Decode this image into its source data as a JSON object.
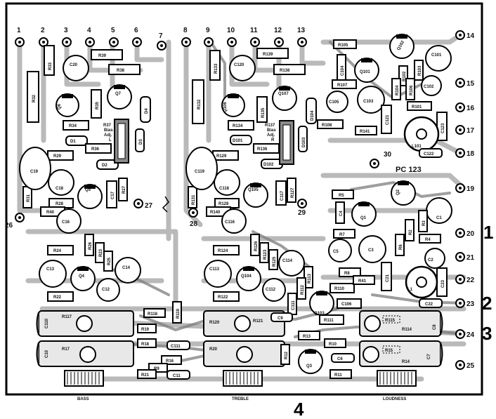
{
  "board_title": "PC 123",
  "top_pins": [
    "1",
    "2",
    "3",
    "4",
    "5",
    "6",
    "7",
    "8",
    "9",
    "10",
    "11",
    "12",
    "13"
  ],
  "right_pins": [
    "14",
    "15",
    "16",
    "17",
    "18",
    "19",
    "20",
    "21",
    "22",
    "23",
    "24",
    "25"
  ],
  "misc_pins": {
    "p26": "26",
    "p27": "27",
    "p28": "28",
    "p29": "29",
    "p30": "30"
  },
  "callouts": {
    "c1": "1",
    "c2": "2",
    "c3": "3",
    "c4": "4"
  },
  "controls": {
    "bass": "BASS",
    "treble": "TREBLE",
    "loudness": "LOUDNESS"
  },
  "bias_left": [
    "R37",
    "Bias",
    "Adj.",
    "L"
  ],
  "bias_right": [
    "R137",
    "Bias",
    "Adj.",
    "R"
  ],
  "left_section": {
    "r33": "R33",
    "r39": "R39",
    "r38": "R38",
    "c20": "C20",
    "r32": "R32",
    "q6": "Q6",
    "q7": "Q7",
    "r35": "R35",
    "d4": "D4",
    "r34": "R34",
    "d1": "D1",
    "r36": "R36",
    "d3": "D3",
    "r29": "R29",
    "c19": "C19",
    "d2": "D2",
    "c18": "C18",
    "q5": "Q5",
    "c17": "C17",
    "r27": "R27",
    "r31": "R31",
    "r28": "R28",
    "r40": "R40",
    "c16": "C16",
    "r26": "R26",
    "r24": "R24",
    "r23": "R23",
    "r25": "R25",
    "c13": "C13",
    "q4": "Q4",
    "c14": "C14",
    "c12": "C12",
    "r22": "R22"
  },
  "mid_section": {
    "r133": "R133",
    "r139": "R139",
    "r138": "R138",
    "c120": "C120",
    "r132": "R132",
    "q106": "Q106",
    "q107": "Q107",
    "r135": "R135",
    "d104": "D104",
    "r134": "R134",
    "d101": "D101",
    "r136": "R136",
    "d103": "D103",
    "r129": "R129",
    "c119": "C119",
    "d102": "D102",
    "c118": "C118",
    "q105": "Q105",
    "c117": "C117",
    "r127": "R127",
    "r131": "R131",
    "r128": "R128",
    "r140": "R140",
    "c116": "C116",
    "r126": "R126",
    "r124": "R124",
    "r123": "R123",
    "r125": "R125",
    "c113": "C113",
    "q104": "Q104",
    "c114": "C114",
    "c112": "C112",
    "r122": "R122",
    "r113": "R113",
    "r112": "R112",
    "c111_v": "C111",
    "q103": "Q103",
    "r110": "R110",
    "c106": "C106",
    "r111": "R111"
  },
  "right_section": {
    "r105": "R105",
    "c104": "C104",
    "q101": "Q101",
    "q102": "Q102",
    "c101": "C101",
    "r106": "R106",
    "r102": "R102",
    "r103": "R103",
    "r107": "R107",
    "c105": "C105",
    "c103": "C103",
    "r104": "R104",
    "c102": "C102",
    "r101": "R101",
    "r108": "R108",
    "r141": "R141",
    "c121": "C121",
    "c123": "C123",
    "l101": "L101",
    "c122": "C122",
    "q2": "Q2",
    "c1": "C1",
    "r5": "R5",
    "c4": "C4",
    "q1": "Q1",
    "r2": "R2",
    "r3": "R3",
    "r7": "R7",
    "r6": "R6",
    "r4": "R4",
    "c5": "C5",
    "c3": "C3",
    "c2": "C2",
    "r8": "R8",
    "r41": "R41",
    "c21": "C21",
    "l1": "L1",
    "c22": "C22",
    "c23": "C23"
  },
  "bottom_section": {
    "r117": "R117",
    "c10": "C10",
    "r17": "R17",
    "c110": "C110",
    "r118": "R118",
    "r19": "R19",
    "r18": "R18",
    "r119": "R119",
    "c111": "C111",
    "r16": "R16",
    "r21": "R21",
    "r120": "R120",
    "r121": "R121",
    "c9": "C9",
    "r20": "R20",
    "r12": "R12",
    "r13": "R13",
    "r10": "R10",
    "c6": "C6",
    "q3": "Q3",
    "r11": "R11",
    "r114": "R114",
    "c7": "C7",
    "r115": "R115",
    "r15": "R15",
    "r14": "R14",
    "c8": "C8",
    "c11": "C11",
    "r9": "R9"
  }
}
